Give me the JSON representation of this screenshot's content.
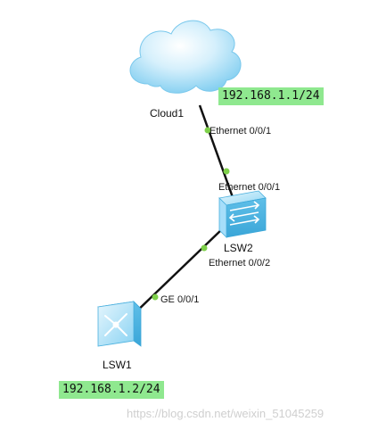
{
  "nodes": {
    "cloud": {
      "name": "Cloud1",
      "ip": "192.168.1.1/24",
      "port": "Ethernet 0/0/1"
    },
    "lsw2": {
      "name": "LSW2",
      "port_up": "Ethernet 0/0/1",
      "port_down": "Ethernet 0/0/2"
    },
    "lsw1": {
      "name": "LSW1",
      "ip": "192.168.1.2/24",
      "port": "GE 0/0/1"
    }
  },
  "colors": {
    "ip_label_bg": "#8fe88f",
    "link": "#111111",
    "port_dot": "#7ed04a",
    "device_blue": "#6cc6f0"
  },
  "watermark": "https://blog.csdn.net/weixin_51045259"
}
